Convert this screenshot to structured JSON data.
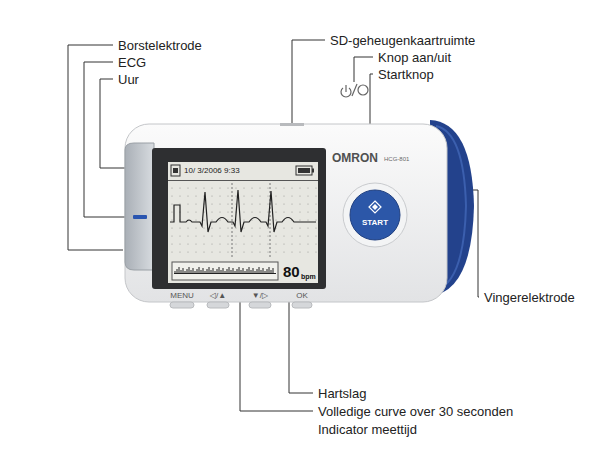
{
  "diagram": {
    "nodes": [
      {
        "text": [
          "START"
        ]
      }
    ],
    "labels": [
      "Borstelektrode",
      "ECG",
      "Uur",
      "SD-geheugenkaartruimte",
      "Knop aan/uit",
      "Startknop",
      "Vingerelektrode",
      "Hartslag",
      "Volledige curve over 30 seconden",
      "Indicator meettijd",
      "OMRON",
      "HCG-801",
      "10/ 3/2006 9:33",
      "80",
      "bpm",
      "MENU",
      "◁/▲",
      "▼/▷",
      "OK"
    ]
  }
}
